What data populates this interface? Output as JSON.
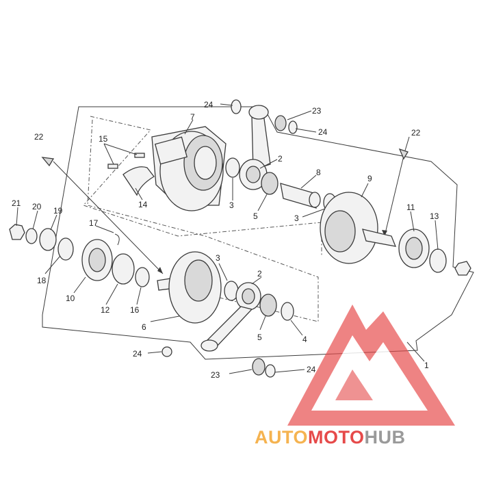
{
  "labels": [
    {
      "id": "1",
      "text": "1"
    },
    {
      "id": "2a",
      "text": "2"
    },
    {
      "id": "2b",
      "text": "2"
    },
    {
      "id": "3a",
      "text": "3"
    },
    {
      "id": "3b",
      "text": "3"
    },
    {
      "id": "3c",
      "text": "3"
    },
    {
      "id": "4",
      "text": "4"
    },
    {
      "id": "5a",
      "text": "5"
    },
    {
      "id": "5b",
      "text": "5"
    },
    {
      "id": "6",
      "text": "6"
    },
    {
      "id": "7",
      "text": "7"
    },
    {
      "id": "8",
      "text": "8"
    },
    {
      "id": "9",
      "text": "9"
    },
    {
      "id": "10",
      "text": "10"
    },
    {
      "id": "11",
      "text": "11"
    },
    {
      "id": "12",
      "text": "12"
    },
    {
      "id": "13",
      "text": "13"
    },
    {
      "id": "14",
      "text": "14"
    },
    {
      "id": "15",
      "text": "15"
    },
    {
      "id": "16",
      "text": "16"
    },
    {
      "id": "17",
      "text": "17"
    },
    {
      "id": "18",
      "text": "18"
    },
    {
      "id": "19",
      "text": "19"
    },
    {
      "id": "20",
      "text": "20"
    },
    {
      "id": "21",
      "text": "21"
    },
    {
      "id": "22a",
      "text": "22"
    },
    {
      "id": "22b",
      "text": "22"
    },
    {
      "id": "23a",
      "text": "23"
    },
    {
      "id": "23b",
      "text": "23"
    },
    {
      "id": "24a",
      "text": "24"
    },
    {
      "id": "24b",
      "text": "24"
    },
    {
      "id": "24c",
      "text": "24"
    },
    {
      "id": "24d",
      "text": "24"
    }
  ],
  "watermark": {
    "part1": "AUTO",
    "part2": "MOTO",
    "part3": "HUB",
    "color_orange": "#f5b350",
    "color_red": "#e64a4a",
    "color_gray": "#9a9a9a"
  }
}
